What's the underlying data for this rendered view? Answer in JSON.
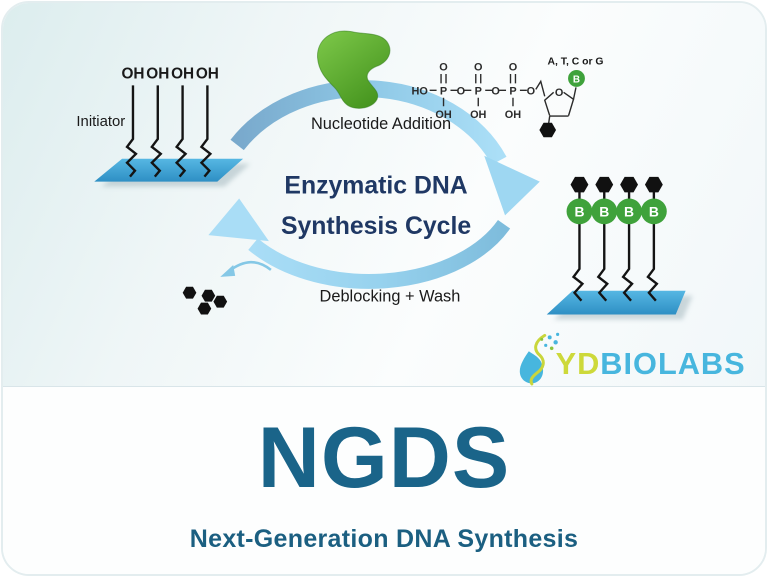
{
  "cycle": {
    "title_line1": "Enzymatic DNA",
    "title_line2": "Synthesis Cycle",
    "step_nucleotide_addition": "Nucleotide Addition",
    "step_deblocking_wash": "Deblocking + Wash"
  },
  "initiator": {
    "label": "Initiator",
    "hydroxyl_labels": [
      "OH",
      "OH",
      "OH",
      "OH"
    ]
  },
  "nucleotide": {
    "base_options": "A, T, C or G",
    "base_letter": "B",
    "atoms": {
      "ho": "HO",
      "p": "P",
      "o": "O",
      "oh": "OH"
    }
  },
  "product": {
    "base_letter": "B"
  },
  "logo": {
    "word1": "YD",
    "word2": "BIOLABS"
  },
  "footer": {
    "acronym": "NGDS",
    "subtitle": "Next-Generation DNA Synthesis"
  },
  "colors": {
    "title_navy": "#1F3864",
    "arc_blue_dark": "#79A9CC",
    "arc_blue_mid": "#8EC8E6",
    "arc_blue_light": "#ABDFF7",
    "enzyme_green_light": "#7EC94A",
    "enzyme_green_dark": "#46951F",
    "base_green": "#3FA23B",
    "platform_blue_light": "#56B7E3",
    "platform_blue_dark": "#2E8FC4",
    "strand_black": "#141414",
    "logo_yellow_green": "#CDD93A",
    "logo_blue": "#47B6DE",
    "footer_teal": "#1A6489"
  }
}
